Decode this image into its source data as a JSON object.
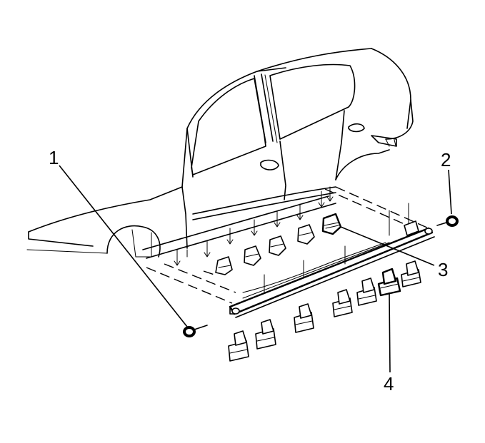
{
  "callouts": [
    {
      "id": "1",
      "label": "1"
    },
    {
      "id": "2",
      "label": "2"
    },
    {
      "id": "3",
      "label": "3"
    },
    {
      "id": "4",
      "label": "4"
    }
  ],
  "icons": {
    "car_body": "car-body-outline",
    "rocker_molding": "rocker-panel-molding",
    "fastener": "push-pin-fastener",
    "clip": "molding-retaining-clip"
  }
}
